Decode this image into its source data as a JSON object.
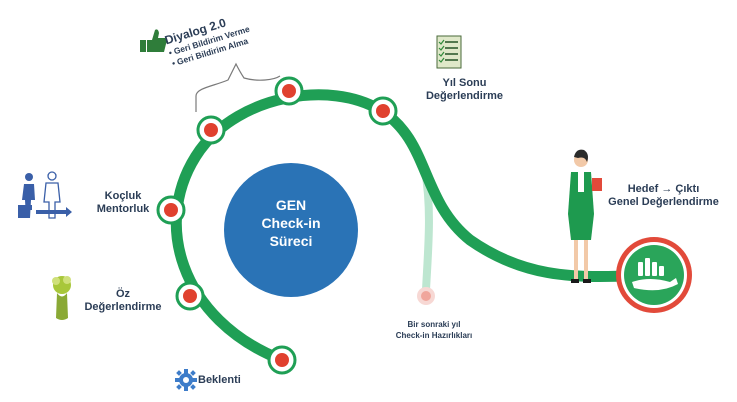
{
  "center": {
    "line1": "GEN",
    "line2": "Check-in",
    "line3": "Süreci"
  },
  "dialog": {
    "title": "Diyalog 2.0",
    "items": [
      "Geri Bildirim Verme",
      "Geri Bildirim Alma"
    ]
  },
  "year_end": {
    "line1": "Yıl Sonu",
    "line2": "Değerlendirme"
  },
  "coaching": {
    "line1": "Koçluk",
    "line2": "Mentorluk"
  },
  "self_eval": {
    "line1": "Öz",
    "line2": "Değerlendirme"
  },
  "expectation": {
    "label": "Beklenti"
  },
  "next_year": {
    "line1": "Bir sonraki yıl",
    "line2": "Check-in Hazırlıkları"
  },
  "goal": {
    "line1": "Hedef → Çıktı",
    "line2": "Genel Değerlendirme"
  },
  "colors": {
    "path_green": "#1f9f55",
    "center_blue": "#2a73b6",
    "marker_red": "#e0412f",
    "goal_circle": "#2aa55a",
    "goal_ring": "#e24a3a",
    "faded_path": "#bde6d0"
  },
  "icons": [
    "thumbs-up-icon",
    "checklist-icon",
    "coaching-people-icon",
    "tree-head-icon",
    "gear-icon",
    "handshake-goal-icon",
    "businesswoman-icon"
  ]
}
